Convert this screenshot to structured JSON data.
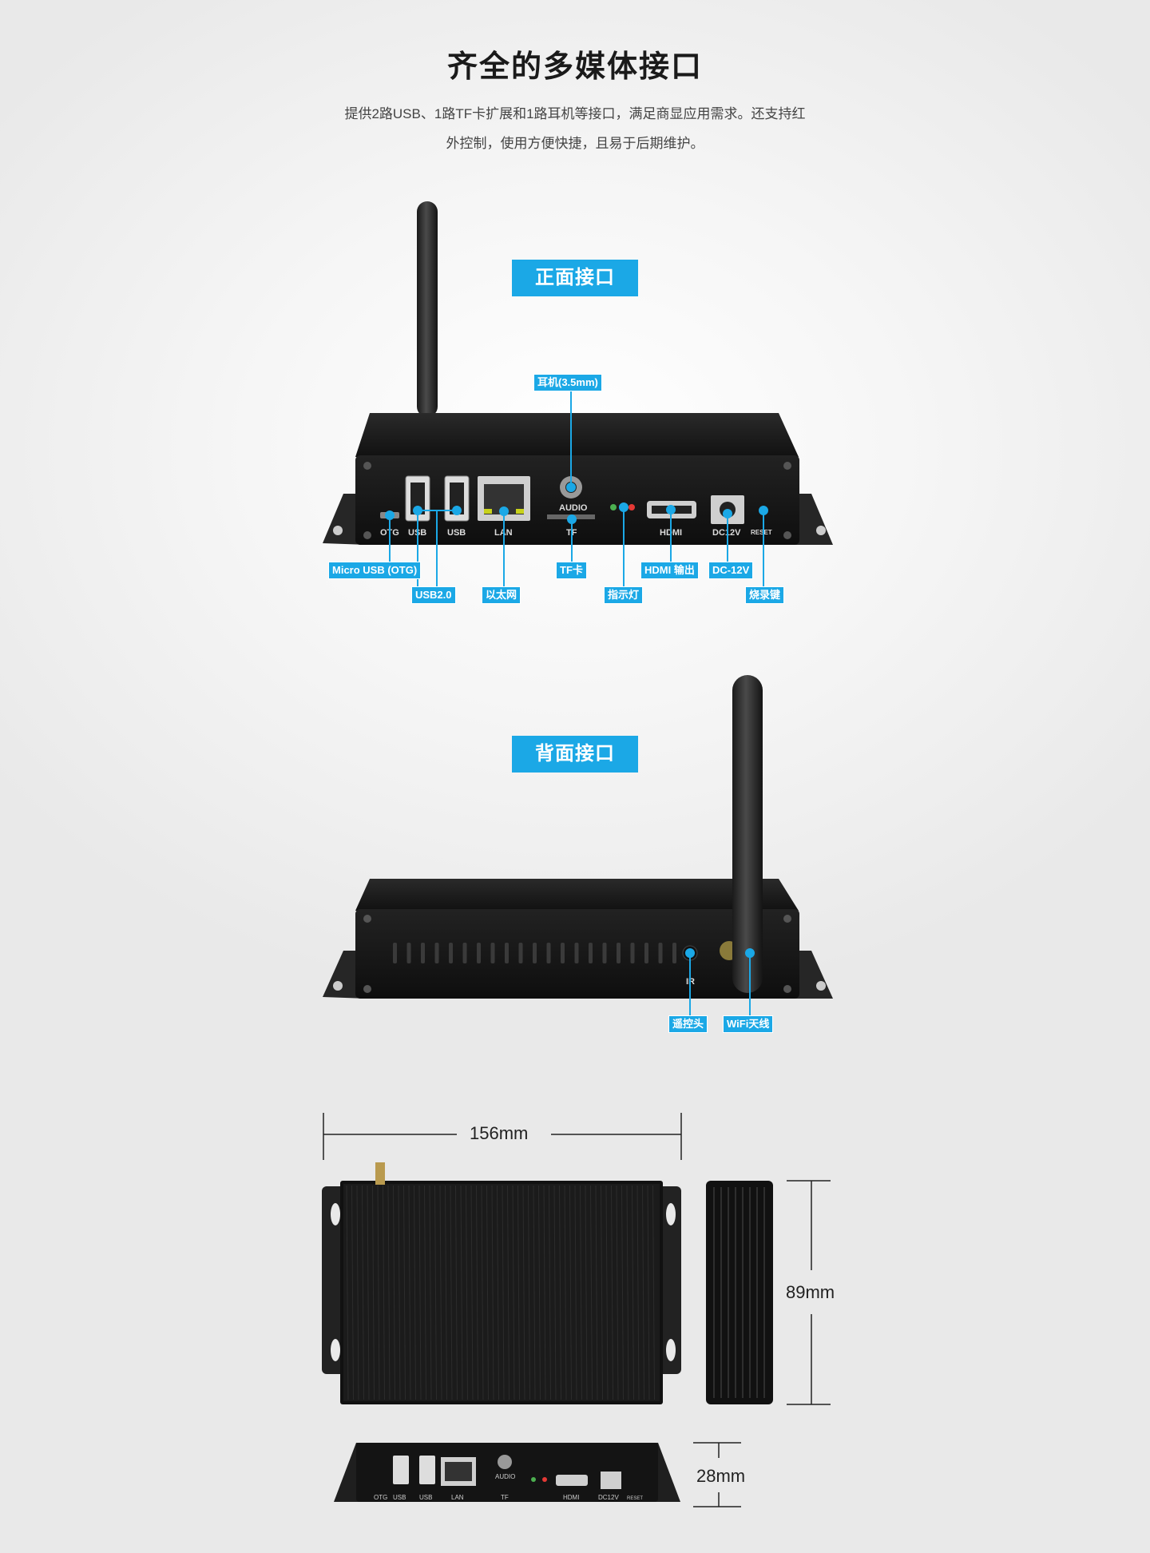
{
  "header": {
    "title": "齐全的多媒体接口",
    "description_line1": "提供2路USB、1路TF卡扩展和1路耳机等接口，满足商显应用需求。还支持红",
    "description_line2": "外控制，使用方便快捷，且易于后期维护。"
  },
  "front": {
    "badge": "正面接口",
    "port_labels": {
      "otg": "OTG",
      "usb1": "USB",
      "usb2": "USB",
      "lan": "LAN",
      "audio": "AUDIO",
      "tf": "TF",
      "hdmi": "HDMI",
      "dc": "DC12V",
      "reset": "RESET"
    },
    "callouts": {
      "audio": "耳机(3.5mm)",
      "micro_usb": "Micro USB (OTG)",
      "usb20": "USB2.0",
      "ethernet": "以太网",
      "tf_card": "TF卡",
      "indicator": "指示灯",
      "hdmi_out": "HDMI 输出",
      "dc12v": "DC-12V",
      "burn_key": "烧录键"
    }
  },
  "back": {
    "badge": "背面接口",
    "port_labels": {
      "ir": "IR"
    },
    "callouts": {
      "remote": "遥控头",
      "wifi": "WiFi天线"
    }
  },
  "dimensions": {
    "width": "156mm",
    "depth": "89mm",
    "height": "28mm",
    "small_port_labels": {
      "otg": "OTG",
      "usb1": "USB",
      "usb2": "USB",
      "lan": "LAN",
      "audio": "AUDIO",
      "tf": "TF",
      "hdmi": "HDMI",
      "dc": "DC12V",
      "reset": "RESET"
    }
  },
  "colors": {
    "accent": "#1ba8e6",
    "device": "#1c1c1c"
  }
}
